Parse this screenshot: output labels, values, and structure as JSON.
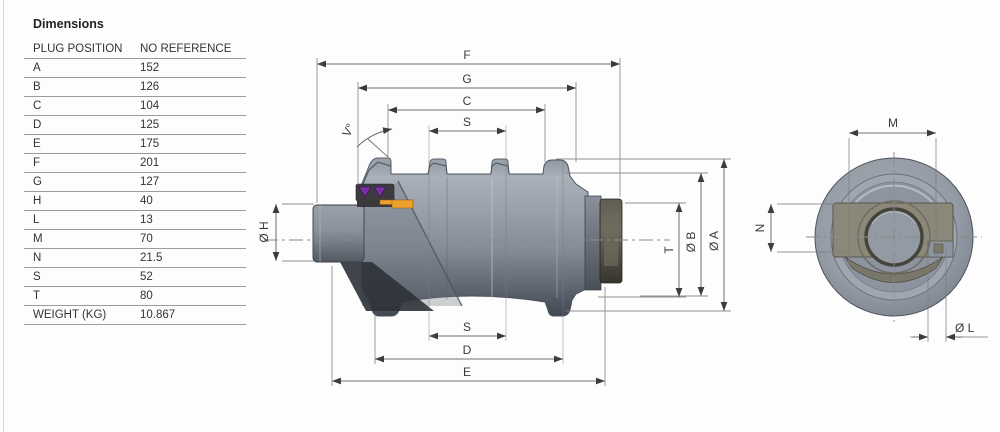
{
  "title": "Dimensions",
  "table": {
    "headers": [
      "PLUG POSITION",
      "NO REFERENCE"
    ],
    "rows": [
      {
        "label": "A",
        "value": "152"
      },
      {
        "label": "B",
        "value": "126"
      },
      {
        "label": "C",
        "value": "104"
      },
      {
        "label": "D",
        "value": "125"
      },
      {
        "label": "E",
        "value": "175"
      },
      {
        "label": "F",
        "value": "201"
      },
      {
        "label": "G",
        "value": "127"
      },
      {
        "label": "H",
        "value": "40"
      },
      {
        "label": "L",
        "value": "13"
      },
      {
        "label": "M",
        "value": "70"
      },
      {
        "label": "N",
        "value": "21.5"
      },
      {
        "label": "S",
        "value": "52"
      },
      {
        "label": "T",
        "value": "80"
      },
      {
        "label": "WEIGHT (KG)",
        "value": "10.867"
      }
    ]
  },
  "drawing": {
    "labels": {
      "f": "F",
      "g": "G",
      "c": "C",
      "s": "S",
      "d": "D",
      "e": "E",
      "t": "T",
      "dia_b": "Ø B",
      "dia_a": "Ø A",
      "dia_h": "Ø H",
      "angle": "V°",
      "m": "M",
      "n": "N",
      "dia_l": "Ø L"
    },
    "colors": {
      "body_gray": "#8f97a2",
      "cap_olive": "#55534a",
      "seal_purple": "#7a2fa8",
      "shim_orange": "#ef9f2e",
      "dim_line": "#7d7d7d",
      "label_text": "#3a3a3a"
    }
  }
}
